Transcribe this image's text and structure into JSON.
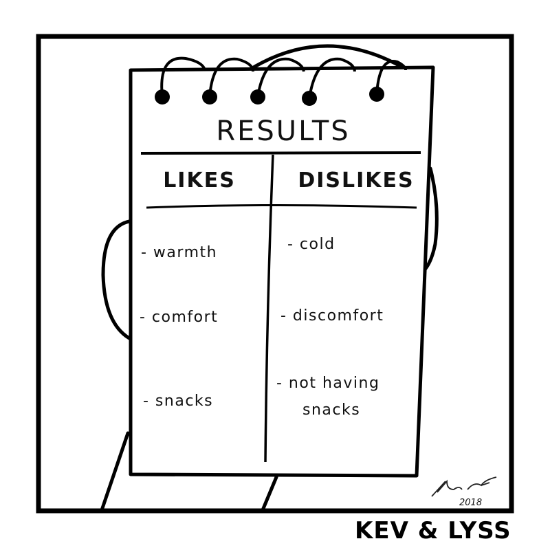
{
  "notepad": {
    "title": "RESULTS",
    "columns": [
      {
        "header": "LIKES",
        "items": [
          "- warmth",
          "- comfort",
          "- snacks"
        ]
      },
      {
        "header": "DISLIKES",
        "items": [
          "- cold",
          "- discomfort",
          "- not having",
          "snacks"
        ]
      }
    ]
  },
  "signature": {
    "year": "2018"
  },
  "credit": "KEV & LYSS"
}
